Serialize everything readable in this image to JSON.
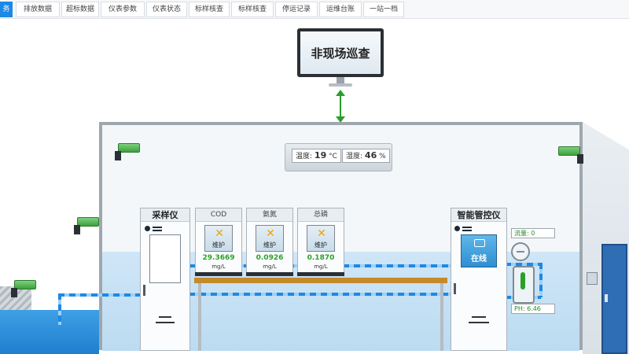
{
  "tabs": [
    {
      "label": "务",
      "active": true
    },
    {
      "label": "排放数据"
    },
    {
      "label": "超标数据"
    },
    {
      "label": "仪表参数"
    },
    {
      "label": "仪表状态"
    },
    {
      "label": "标样核查"
    },
    {
      "label": "标样核查"
    },
    {
      "label": "停运记录"
    },
    {
      "label": "运维台账"
    },
    {
      "label": "一站一档"
    }
  ],
  "monitor": {
    "title": "非现场巡查"
  },
  "ac": {
    "temp_label": "温度:",
    "temp_value": "19",
    "temp_unit": "°C",
    "humidity_label": "湿度:",
    "humidity_value": "46",
    "humidity_unit": "%"
  },
  "sampler": {
    "title": "采样仪"
  },
  "instruments": [
    {
      "name": "COD",
      "status": "维护",
      "value": "29.3669",
      "unit": "mg/L"
    },
    {
      "name": "氨氮",
      "status": "维护",
      "value": "0.0926",
      "unit": "mg/L"
    },
    {
      "name": "总磷",
      "status": "维护",
      "value": "0.1870",
      "unit": "mg/L"
    }
  ],
  "controller": {
    "title": "智能管控仪",
    "status": "在线"
  },
  "sensors": {
    "flow": "流量: 0",
    "ph": "PH: 6.46"
  },
  "colors": {
    "accent": "#1e88e5",
    "value_green": "#2aa02a",
    "status_orange": "#f0a400"
  }
}
